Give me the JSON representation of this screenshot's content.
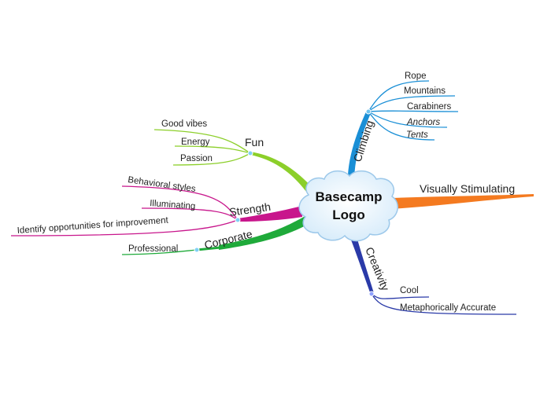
{
  "center": {
    "line1": "Basecamp",
    "line2": "Logo"
  },
  "branches": {
    "climbing": {
      "label": "Climbing",
      "color": "#1a8fd6",
      "children": [
        "Rope",
        "Mountains",
        "Carabiners",
        "Anchors",
        "Tents"
      ]
    },
    "visual": {
      "label": "Visually Stimulating",
      "color": "#f47a20"
    },
    "creativity": {
      "label": "Creativity",
      "color": "#2a3aa8",
      "children": [
        "Cool",
        "Metaphorically Accurate"
      ]
    },
    "fun": {
      "label": "Fun",
      "color": "#8ccf2a",
      "children": [
        "Good vibes",
        "Energy",
        "Passion"
      ]
    },
    "strength": {
      "label": "Strength",
      "color": "#c8168c",
      "children": [
        "Behavioral styles",
        "Illuminating",
        "Identify opportunities for improvement"
      ]
    },
    "corporate": {
      "label": "Corporate",
      "color": "#1faa3a",
      "children": [
        "Professional"
      ]
    }
  }
}
